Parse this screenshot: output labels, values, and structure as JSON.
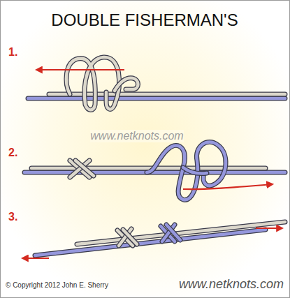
{
  "diagram": {
    "title": "DOUBLE FISHERMAN'S",
    "labels": [
      "1.",
      "2.",
      "3.",
      "www.netknots.com",
      "© Copyright 2012 John E. Sherry",
      "www.netknots.com"
    ]
  }
}
